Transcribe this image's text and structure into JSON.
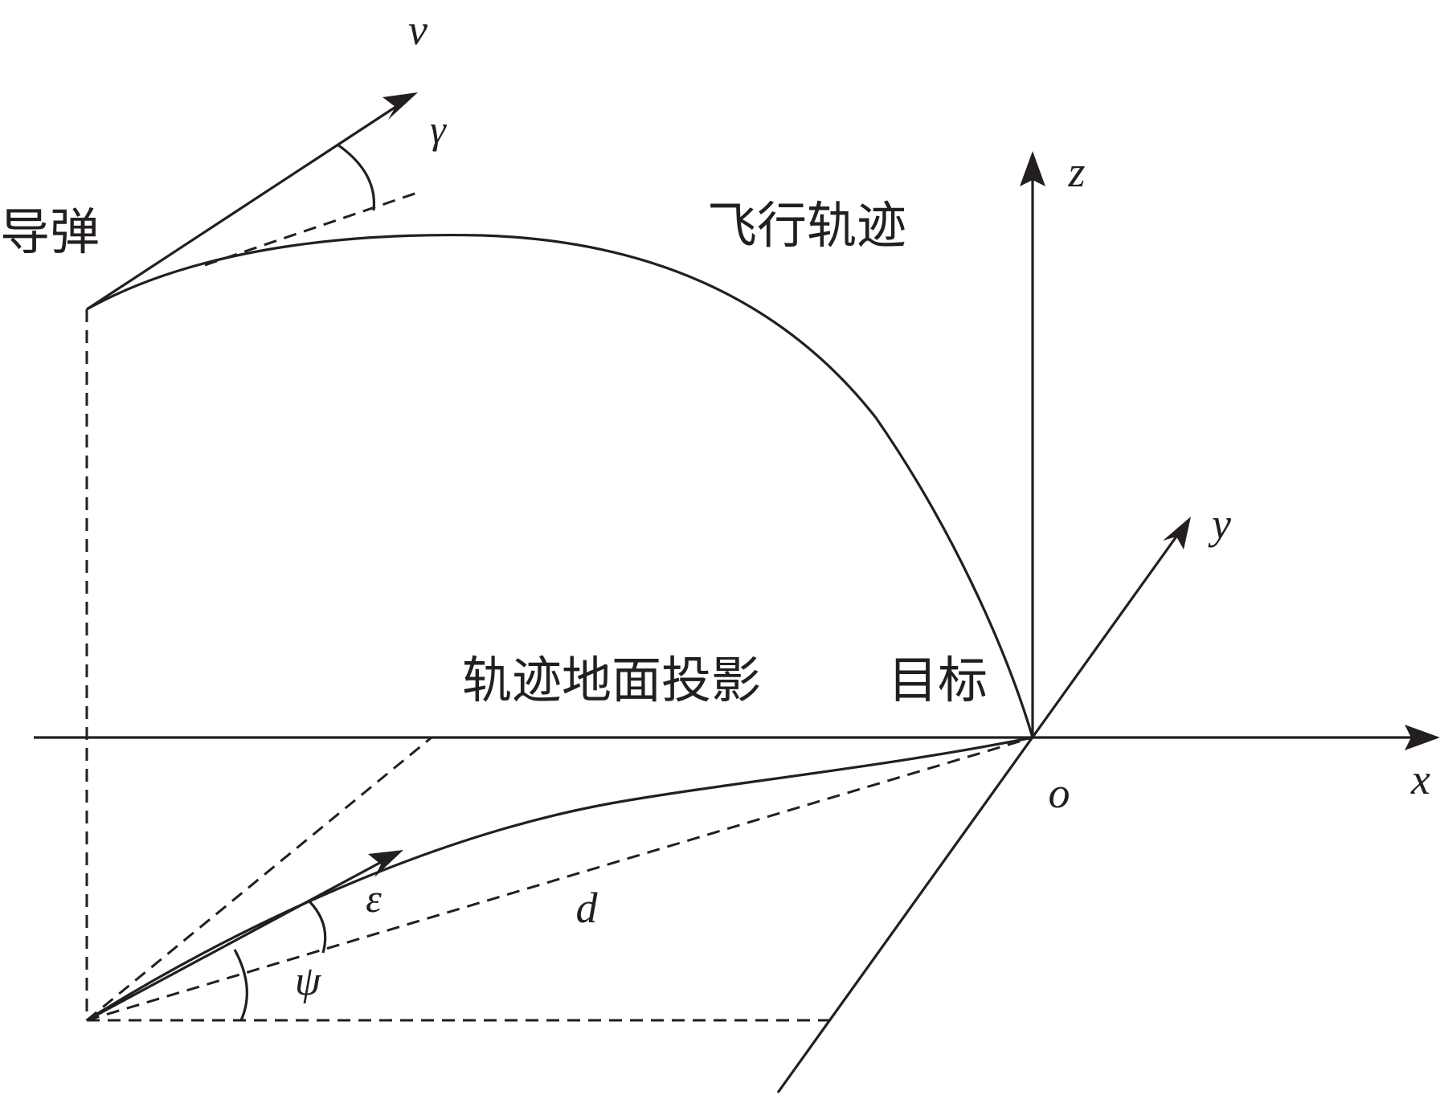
{
  "diagram": {
    "labels": {
      "missile": "导弹",
      "flight_trajectory": "飞行轨迹",
      "ground_projection": "轨迹地面投影",
      "target": "目标"
    },
    "symbols": {
      "v": "v",
      "gamma": "γ",
      "z": "z",
      "y": "y",
      "x": "x",
      "o": "o",
      "epsilon": "ε",
      "d": "d",
      "psi": "ψ"
    },
    "colors": {
      "ink": "#231f20",
      "background": "#ffffff"
    }
  }
}
